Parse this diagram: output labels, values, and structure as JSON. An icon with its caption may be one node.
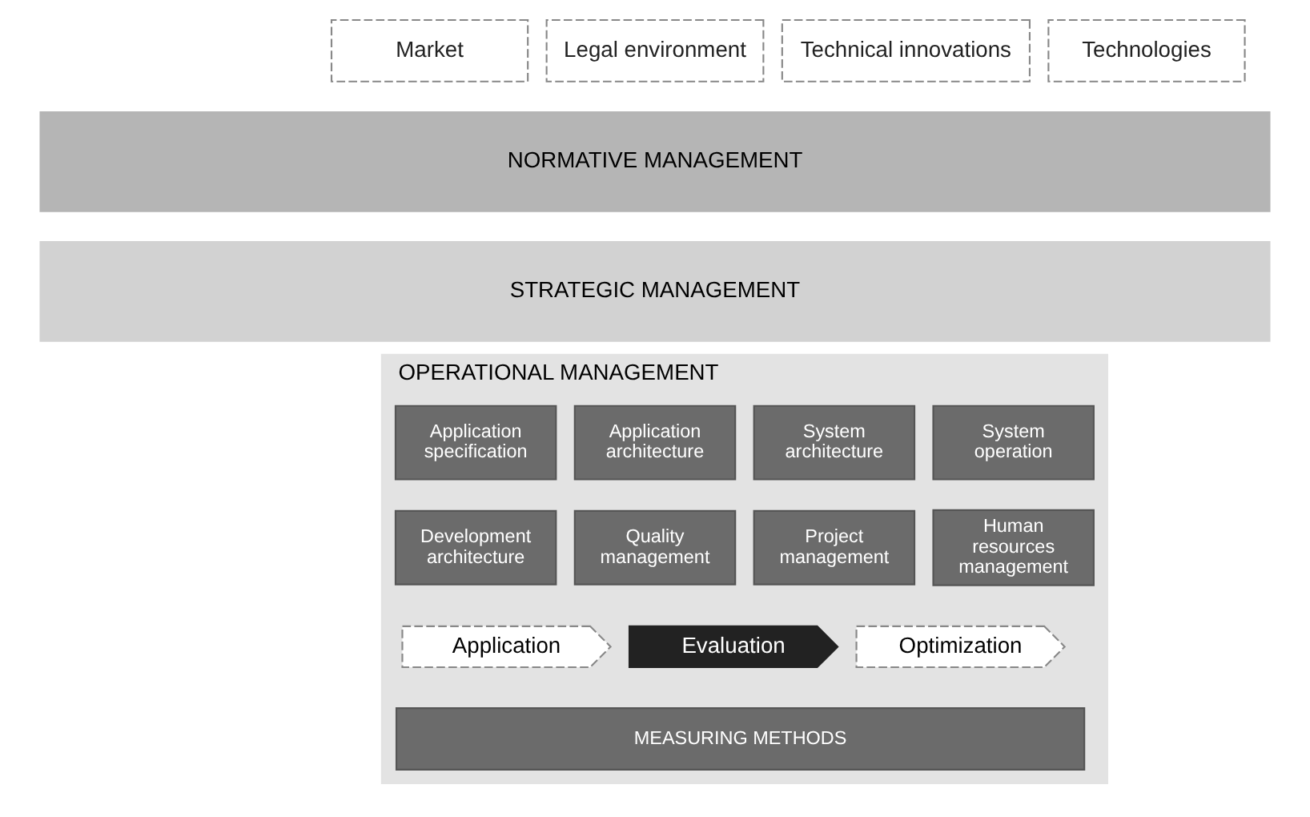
{
  "diagram": {
    "nodes": [
      {
        "text": [
          "Market"
        ]
      },
      {
        "text": [
          "Legal environment"
        ]
      },
      {
        "text": [
          "Technical innovations"
        ]
      },
      {
        "text": [
          "Technologies"
        ]
      },
      {
        "text": [
          "NORMATIVE MANAGEMENT"
        ]
      },
      {
        "text": [
          "STRATEGIC MANAGEMENT"
        ]
      },
      {
        "text": [
          "OPERATIONAL MANAGEMENT"
        ]
      },
      {
        "text": [
          "Application specification"
        ],
        "in": 6
      },
      {
        "text": [
          "Application architecture"
        ],
        "in": 6
      },
      {
        "text": [
          "System architecture"
        ],
        "in": 6
      },
      {
        "text": [
          "System operation"
        ],
        "in": 6
      },
      {
        "text": [
          "Development architecture"
        ],
        "in": 6
      },
      {
        "text": [
          "Quality management"
        ],
        "in": 6
      },
      {
        "text": [
          "Project management"
        ],
        "in": 6
      },
      {
        "text": [
          "Human resources management"
        ],
        "in": 6
      },
      {
        "text": [
          "Application"
        ],
        "in": 6
      },
      {
        "text": [
          "Evaluation"
        ],
        "in": 6
      },
      {
        "text": [
          "Optimization"
        ],
        "in": 6
      },
      {
        "text": [
          "MEASURING METHODS"
        ],
        "in": 6
      }
    ]
  }
}
